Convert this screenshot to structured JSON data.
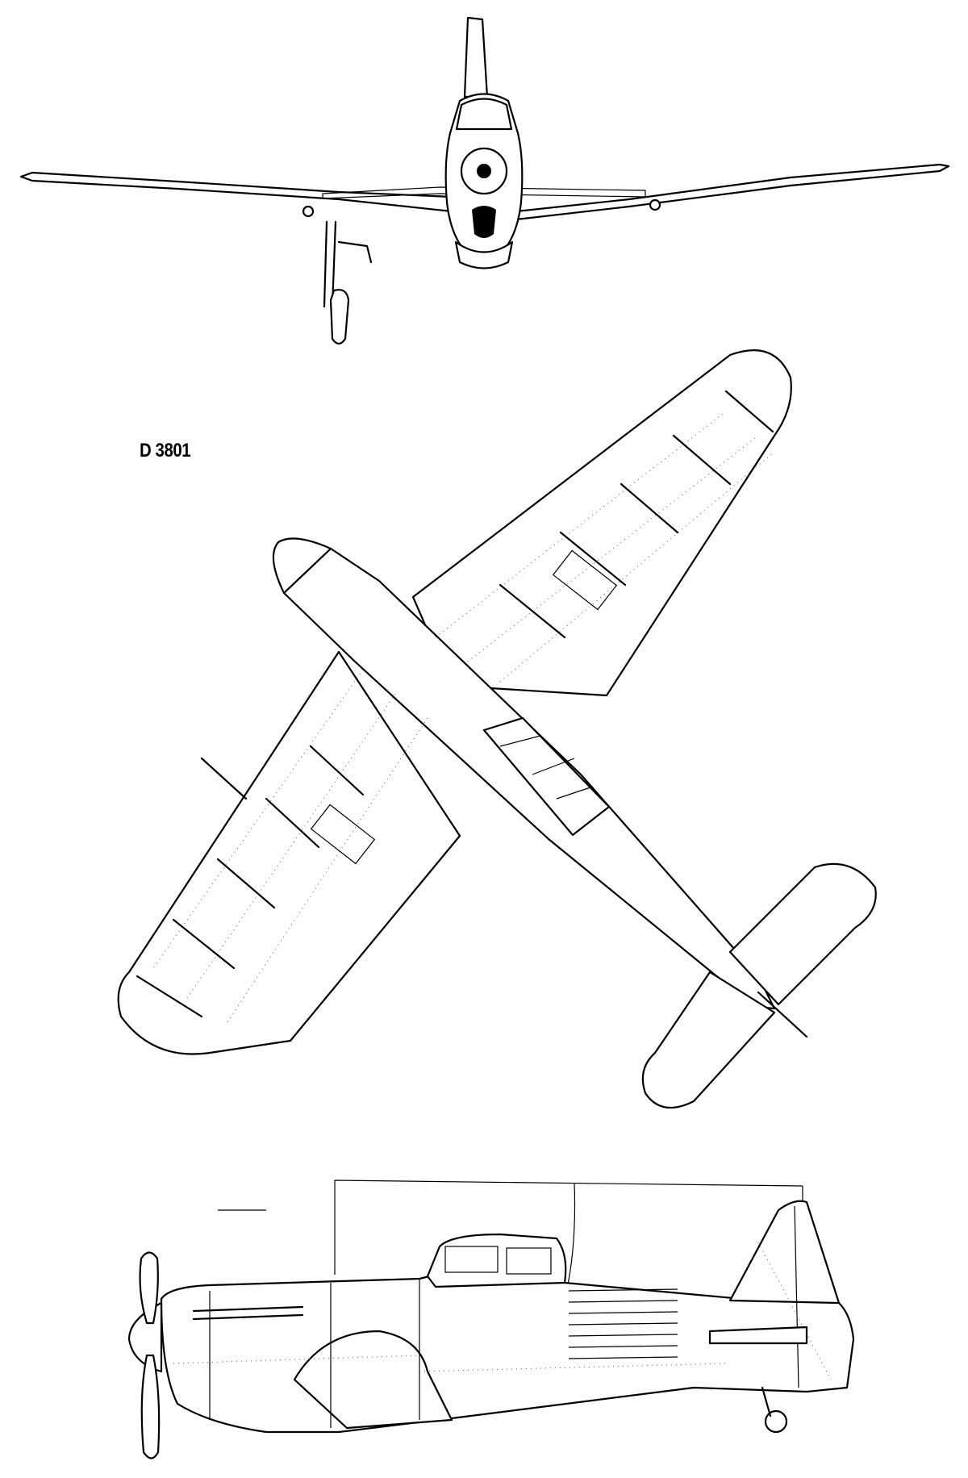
{
  "designation": "D 3801",
  "views": [
    {
      "view": "front"
    },
    {
      "view": "top"
    },
    {
      "view": "side"
    }
  ]
}
